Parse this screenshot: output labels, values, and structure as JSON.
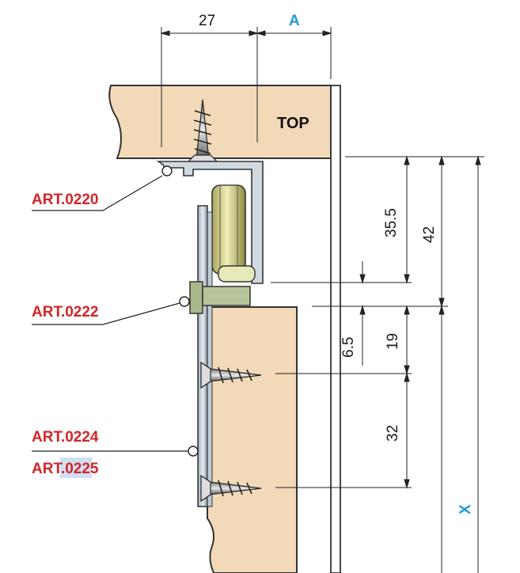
{
  "labels": {
    "top": "TOP",
    "dim_top_width": "27",
    "dim_top_a": "A",
    "dim_35_5": "35.5",
    "dim_42": "42",
    "dim_6_5": "6.5",
    "dim_19": "19",
    "dim_32": "32",
    "dim_x": "X"
  },
  "parts": {
    "art_0220": "ART.0220",
    "art_0222": "ART.0222",
    "art_0224": "ART.0224",
    "art_0225_prefix": "ART.",
    "art_0225_suffix": "0225"
  },
  "colors": {
    "wood": "#f2d9b8",
    "wood_edge": "#333333",
    "metal": "#b8c2cc",
    "rail": "#cfe0e8",
    "accent_red": "#d4252a",
    "accent_blue": "#1e9ad6",
    "highlight": "#cfe0f2"
  }
}
